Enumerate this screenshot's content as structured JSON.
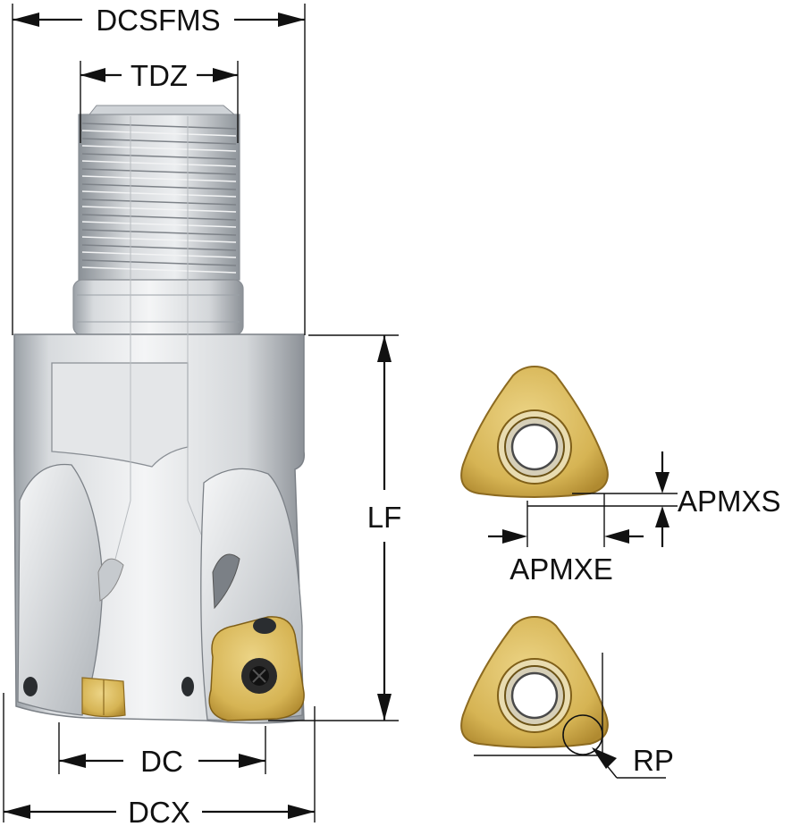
{
  "labels": {
    "dcsfms": "DCSFMS",
    "tdz": "TDZ",
    "lf": "LF",
    "dc": "DC",
    "dcx": "DCX",
    "apmxs": "APMXS",
    "apmxe": "APMXE",
    "rp": "RP"
  },
  "colors": {
    "insert_gold": "#d9b85a",
    "insert_edge": "#a07a22",
    "steel_light": "#e8eaec",
    "steel_mid": "#c4c8cc",
    "steel_dark": "#8e9399",
    "line": "#111111"
  }
}
